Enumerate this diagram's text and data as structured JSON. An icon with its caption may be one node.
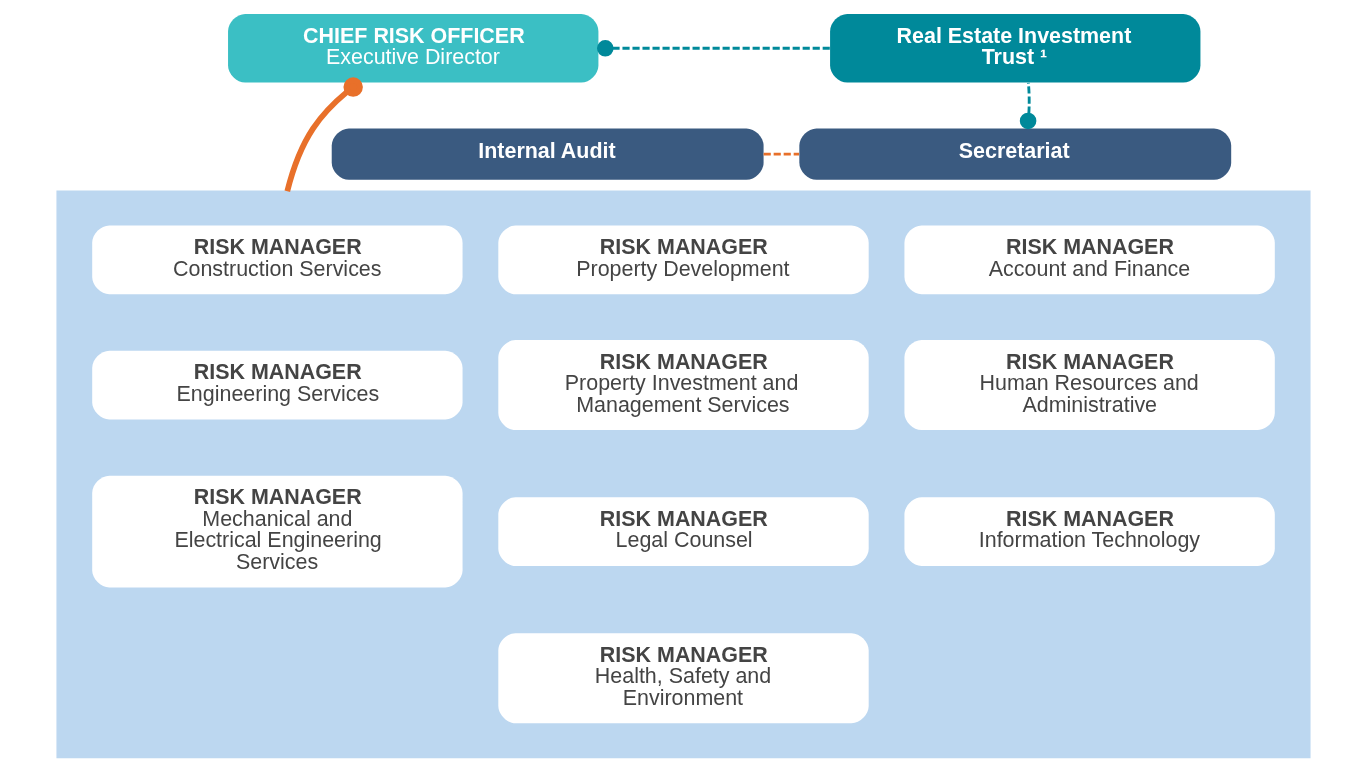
{
  "diagram": {
    "nodes": [
      {
        "text": [
          "CHIEF RISK OFFICER",
          "Executive Director"
        ]
      },
      {
        "text": [
          "Real Estate Investment Trust ¹"
        ]
      },
      {
        "text": [
          "Internal Audit"
        ]
      },
      {
        "text": [
          "Secretariat"
        ]
      },
      {
        "text": [],
        "shape": "box"
      },
      {
        "text": [
          "RISK MANAGER",
          "Property Development"
        ],
        "in": 4
      },
      {
        "text": [
          "RISK MANAGER",
          "Construction Services"
        ],
        "in": 4
      },
      {
        "text": [
          "RISK MANAGER",
          "Account and Finance"
        ],
        "in": 4
      },
      {
        "text": [
          "RISK MANAGER",
          "Property Investment and Management Services"
        ],
        "in": 4
      },
      {
        "text": [
          "RISK MANAGER",
          "Engineering Services"
        ],
        "in": 4
      },
      {
        "text": [
          "RISK MANAGER",
          "Human Resources and Administrative"
        ],
        "in": 4
      },
      {
        "text": [
          "RISK MANAGER",
          "Legal Counsel"
        ],
        "in": 4
      },
      {
        "text": [
          "RISK MANAGER",
          "Mechanical and Electrical Engineering Services"
        ],
        "in": 4
      },
      {
        "text": [
          "RISK MANAGER",
          "Information Technology"
        ],
        "in": 4
      },
      {
        "text": [
          "RISK MANAGER",
          "Health, Safety and Environment"
        ],
        "in": 4
      }
    ],
    "edges": [
      {
        "from": 0,
        "to": 4,
        "arrow": "other",
        "style": "thick",
        "color": "#e8702a"
      },
      {
        "from": 0,
        "to": 1,
        "arrow": "other",
        "style": "dashed",
        "color": "#00899a"
      },
      {
        "from": 3,
        "to": 1,
        "arrow": "other",
        "style": "dashed",
        "color": "#00899a"
      },
      {
        "from": 2,
        "to": 3,
        "arrow": "none",
        "style": "dashed",
        "color": "#e8702a"
      }
    ]
  }
}
